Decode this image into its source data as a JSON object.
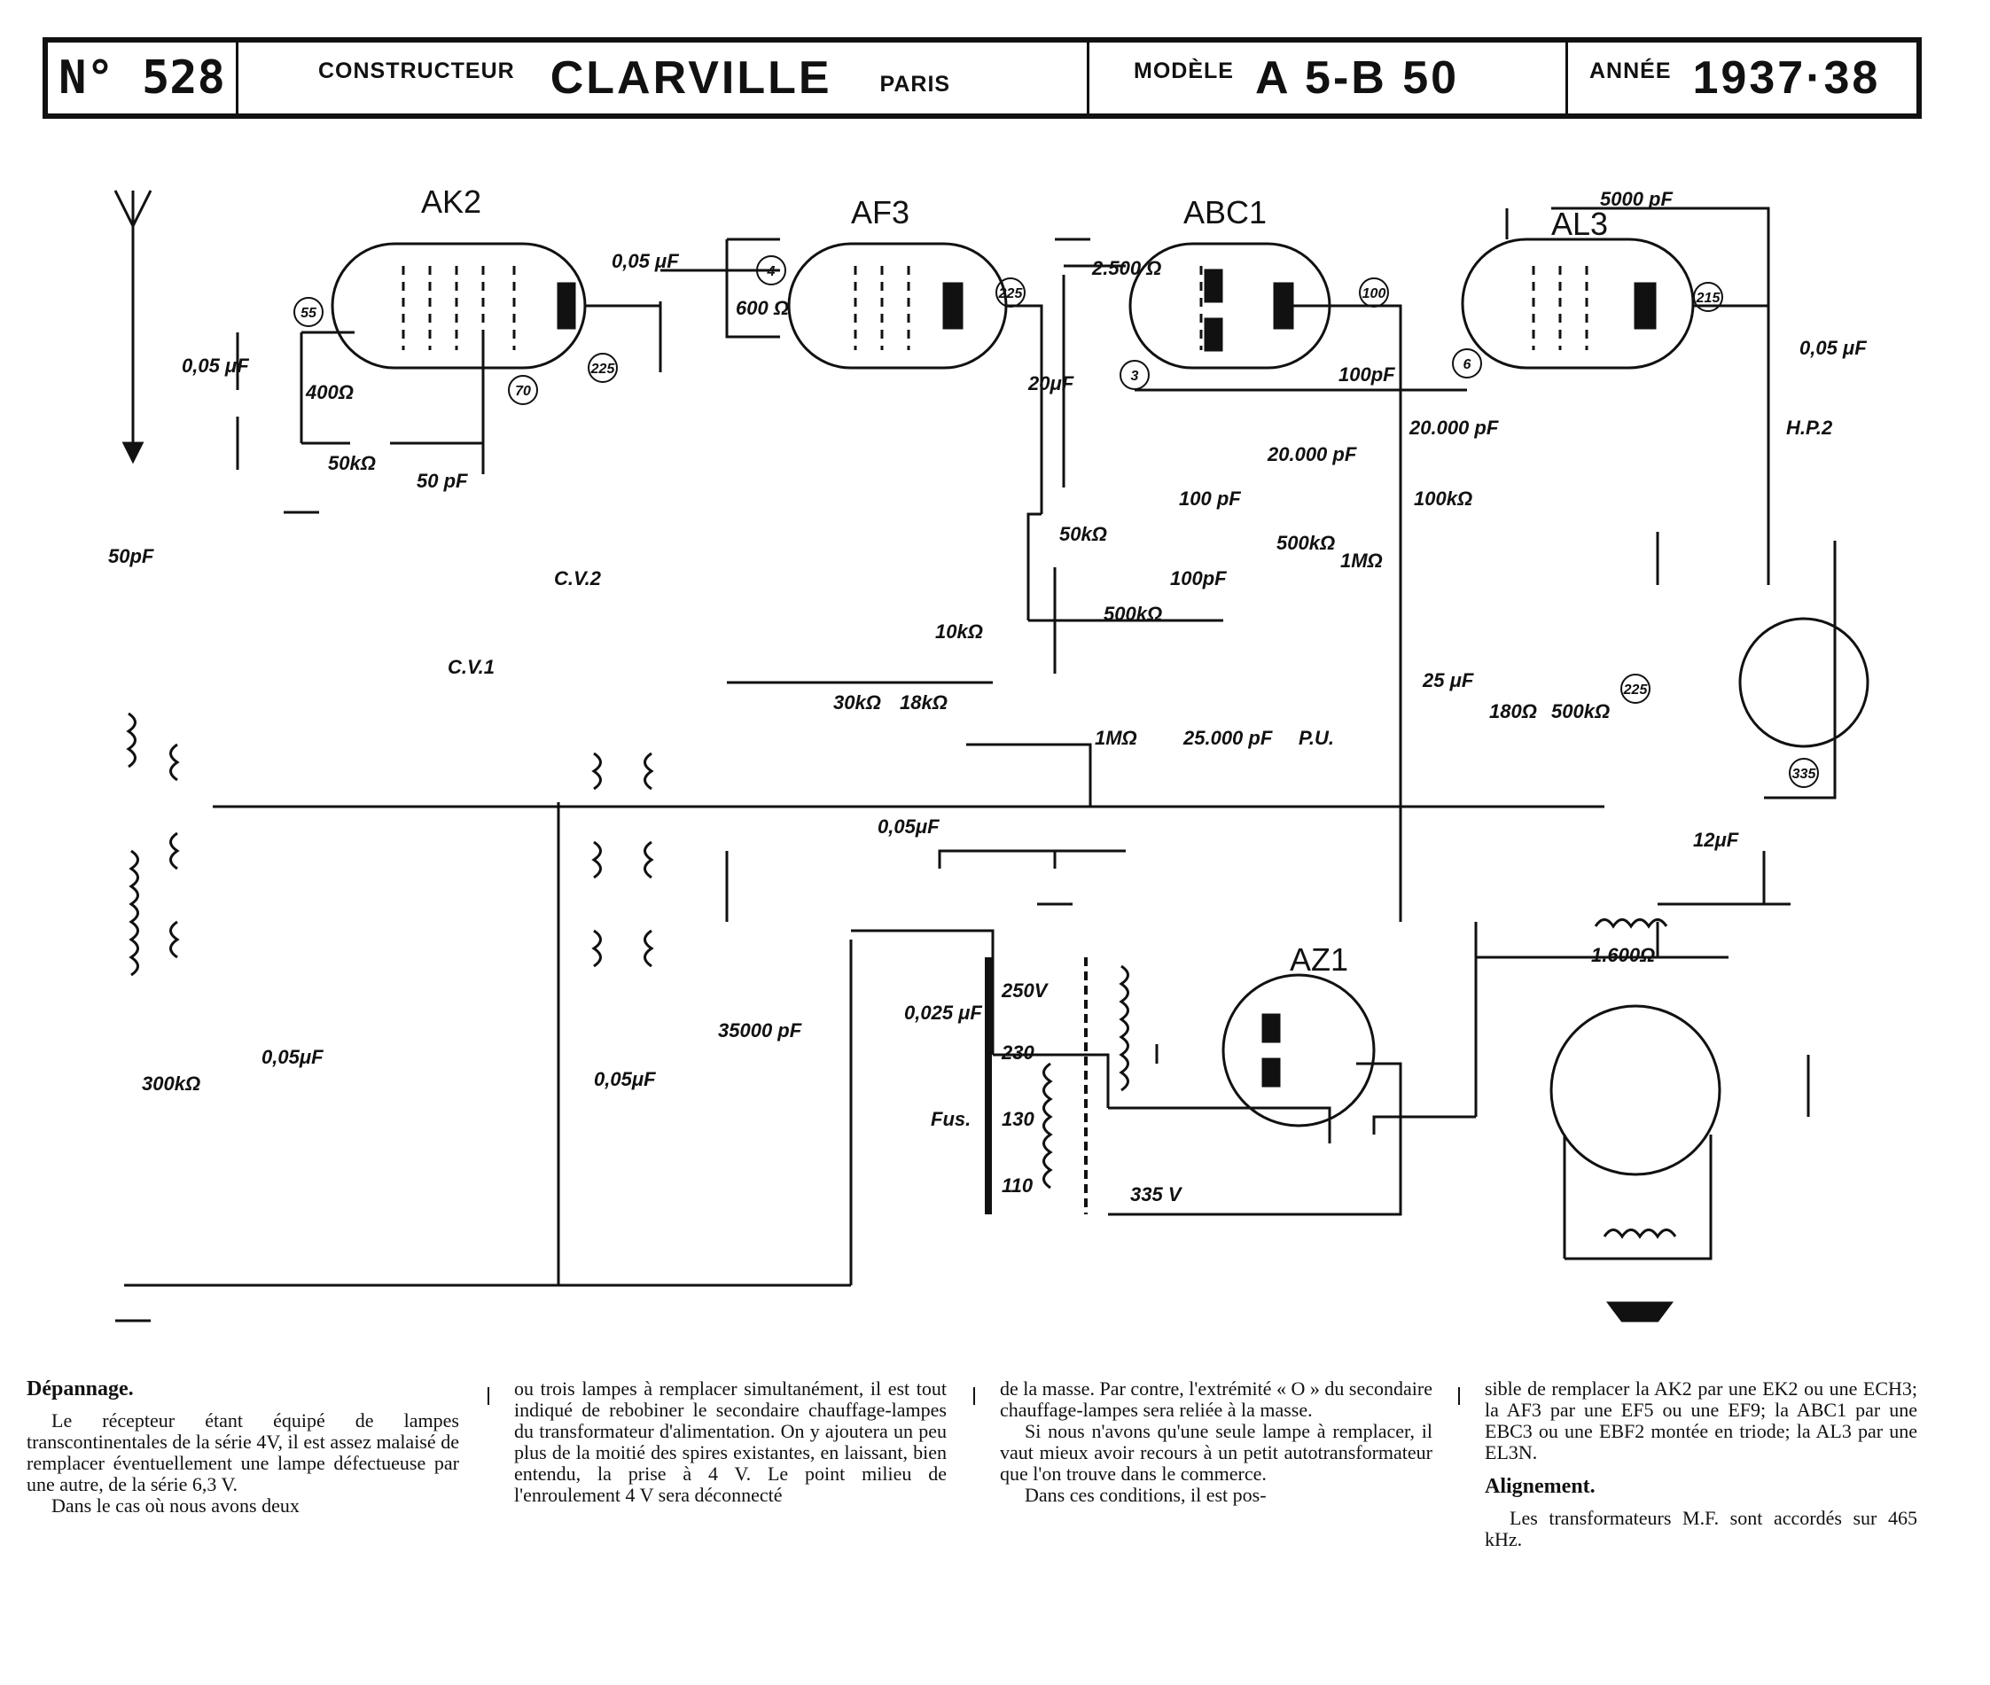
{
  "header": {
    "number": "N° 528",
    "constructeur_label": "CONSTRUCTEUR",
    "constructeur": "CLARVILLE",
    "ville": "PARIS",
    "modele_label": "MODÈLE",
    "modele": "A 5-B 50",
    "annee_label": "ANNÉE",
    "annee": "1937·38"
  },
  "tubes": {
    "ak2": "AK2",
    "af3": "AF3",
    "abc1": "ABC1",
    "al3": "AL3",
    "az1": "AZ1"
  },
  "labels": {
    "c_005_ak2": "0,05 μF",
    "r_400": "400Ω",
    "r_50k": "50kΩ",
    "c_50pf_grid": "50 pF",
    "c_50pf_ant": "50pF",
    "cv2": "C.V.2",
    "cv1": "C.V.1",
    "c_005_af3": "0,05 μF",
    "r_600": "600 Ω",
    "r_2500": "2.500 Ω",
    "c_20uf": "20μF",
    "c_100pf_a": "100pF",
    "c_100pf_b": "100 pF",
    "c_100pf_c": "100pF",
    "c_20000pf_a": "20.000 pF",
    "c_20000pf_b": "20.000 pF",
    "r_100k": "100kΩ",
    "r_500k_pot": "500kΩ",
    "r_1m_a": "1MΩ",
    "r_1m_b": "1MΩ",
    "c_25000": "25.000 pF",
    "pu": "P.U.",
    "r_50k_b": "50kΩ",
    "r_500k_b": "500kΩ",
    "r_30k": "30kΩ",
    "r_18k": "18kΩ",
    "r_10k": "10kΩ",
    "c_005_mid": "0,05μF",
    "c_5000pf": "5000 pF",
    "c_005_al3": "0,05 μF",
    "hp2": "H.P.2",
    "c_12uf": "12μF",
    "c_25uf": "25 μF",
    "r_180": "180Ω",
    "r_500k_c": "500kΩ",
    "r_1600": "1.600Ω",
    "r_300k": "300kΩ",
    "c_005_low": "0,05μF",
    "c_005_low2": "0,05μF",
    "c_35000": "35000 pF",
    "c_0025": "0,025 μF",
    "fus": "Fus.",
    "v250": "250V",
    "v230": "230",
    "v130": "130",
    "v110": "110",
    "v335": "335 V",
    "volt_55": "55",
    "volt_70": "70",
    "volt_225a": "225",
    "volt_225b": "225",
    "volt_4": "4",
    "volt_100": "100",
    "volt_3": "3",
    "volt_6": "6",
    "volt_215": "215",
    "volt_225c": "225",
    "volt_335": "335"
  },
  "text": {
    "depannage_title": "Dépannage.",
    "col1": "Le récepteur étant équipé de lampes transcontinentales de la série 4V, il est assez malaisé de remplacer éventuellement une lampe défectueuse par une autre, de la série 6,3 V.",
    "col1b": "Dans le cas où nous avons deux",
    "col2": "ou trois lampes à remplacer simultanément, il est tout indiqué de rebobiner le secondaire chauffage-lampes du transformateur d'alimentation. On y ajoutera un peu plus de la moitié des spires existantes, en laissant, bien entendu, la prise à 4 V. Le point milieu de l'enroulement 4 V sera déconnecté",
    "col3": "de la masse. Par contre, l'extrémité « O » du secondaire chauffage-lampes sera reliée à la masse.",
    "col3b": "Si nous n'avons qu'une seule lampe à remplacer, il vaut mieux avoir recours à un petit autotransformateur que l'on trouve dans le commerce.",
    "col3c": "Dans ces conditions, il est pos-",
    "col4": "sible de remplacer la AK2 par une EK2 ou une ECH3; la AF3 par une EF5 ou une EF9; la ABC1 par une EBC3 ou une EBF2 montée en triode; la AL3 par une EL3N.",
    "alignement_title": "Alignement.",
    "col4b": "Les transformateurs M.F. sont accordés sur 465 kHz."
  }
}
